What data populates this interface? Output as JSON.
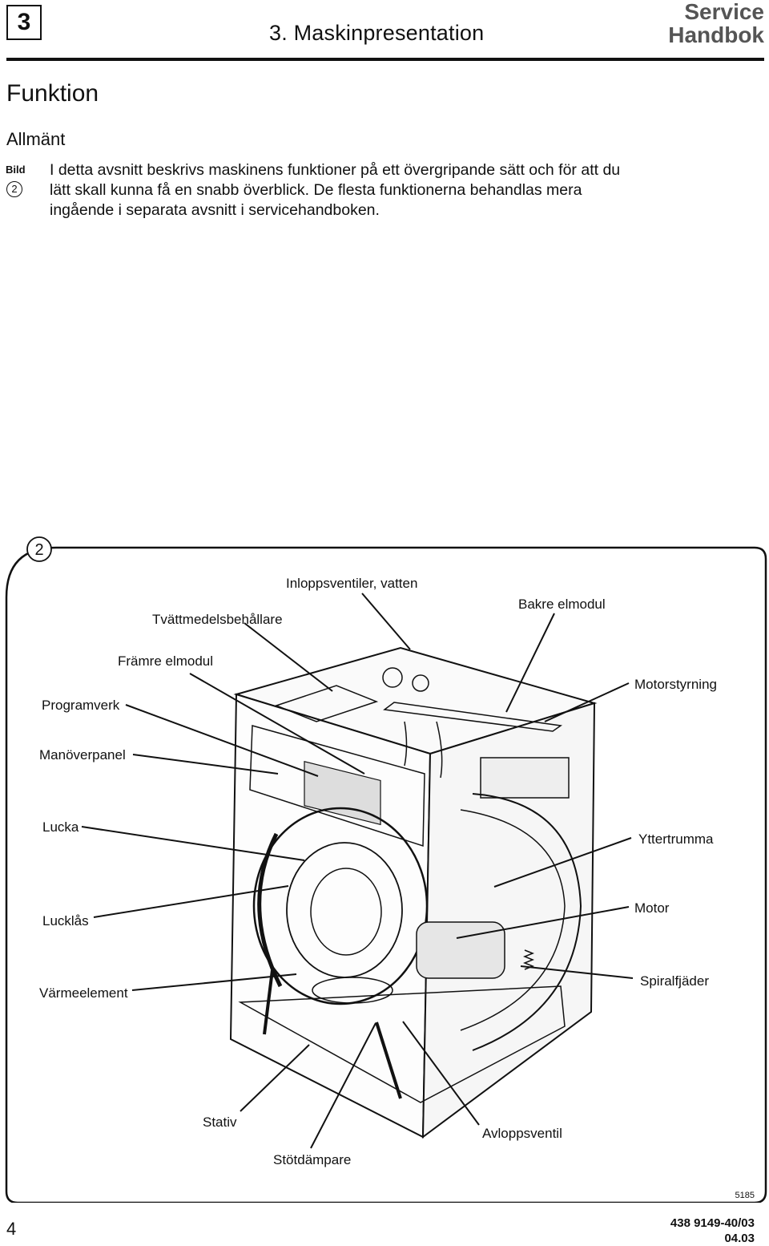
{
  "header": {
    "chapter_number": "3",
    "section_title": "3. Maskinpresentation",
    "brand_line1": "Service",
    "brand_line2": "Handbok"
  },
  "content": {
    "heading": "Funktion",
    "subheading": "Allmänt",
    "figure_ref_label": "Bild",
    "figure_ref_number": "2",
    "intro_text": "I detta avsnitt beskrivs maskinens funktioner på ett övergripande sätt och för att du lätt skall kunna få en snabb överblick. De flesta funktionerna behandlas mera ingående i separata avsnitt i servicehandboken."
  },
  "figure": {
    "number": "2",
    "image_id": "5185",
    "labels": {
      "inloppsventiler": "Inloppsventiler, vatten",
      "tvattmedel": "Tvättmedelsbehållare",
      "bakre_elmodul": "Bakre elmodul",
      "framre_elmodul": "Främre elmodul",
      "motorstyrning": "Motorstyrning",
      "programverk": "Programverk",
      "manoverpanel": "Manöverpanel",
      "lucka": "Lucka",
      "yttertrumma": "Yttertrumma",
      "lucklas": "Lucklås",
      "motor": "Motor",
      "varmeelement": "Värmeelement",
      "spiralfjader": "Spiralfjäder",
      "stativ": "Stativ",
      "avloppsventil": "Avloppsventil",
      "stotdampare": "Stötdämpare"
    }
  },
  "footer": {
    "page_number": "4",
    "doc_number": "438 9149-40/03",
    "doc_date": "04.03"
  }
}
